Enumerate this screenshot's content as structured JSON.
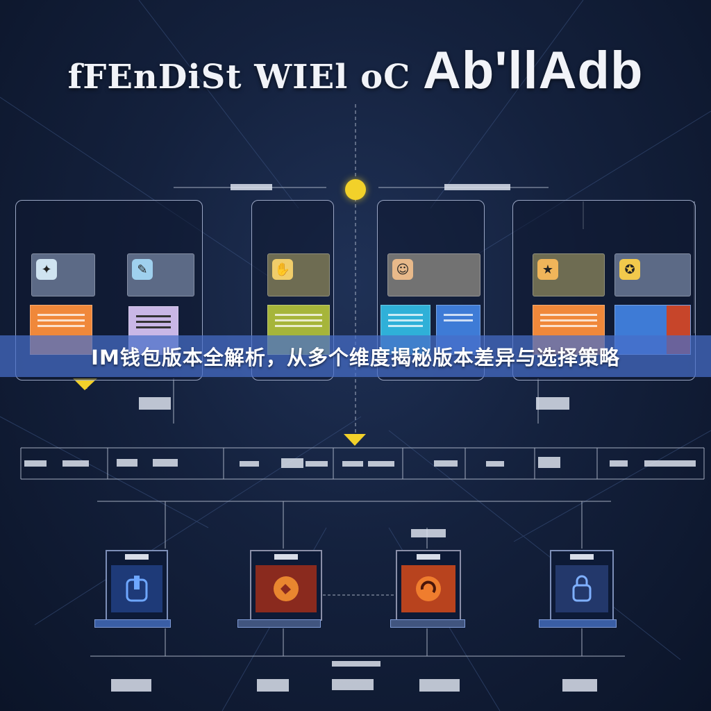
{
  "hero": {
    "title_prefix": "fFEnDiSt WIEl oC",
    "title_big": "Ab'llAdb"
  },
  "banner": {
    "text": "IM钱包版本全解析，从多个维度揭秘版本差异与选择策略"
  },
  "colors": {
    "background": "#14213d",
    "banner": "#466ec8",
    "accent_yellow": "#f2d12a",
    "orange": "#f0883a",
    "olive": "#a6b53a",
    "cyan": "#2fb0d8",
    "blue": "#3e7bd6",
    "red": "#c7452a",
    "lavender": "#c9b7e6"
  },
  "icons": {
    "card1_a": "bird-icon",
    "card1_b": "pen-icon",
    "card2_a": "hand-icon",
    "card3_a": "face-icon",
    "card4_a": "cat-icon",
    "card4_b": "star-icon",
    "device_1": "wallet-icon",
    "device_2": "shield-icon",
    "device_3": "refresh-icon",
    "device_4": "lock-icon"
  }
}
